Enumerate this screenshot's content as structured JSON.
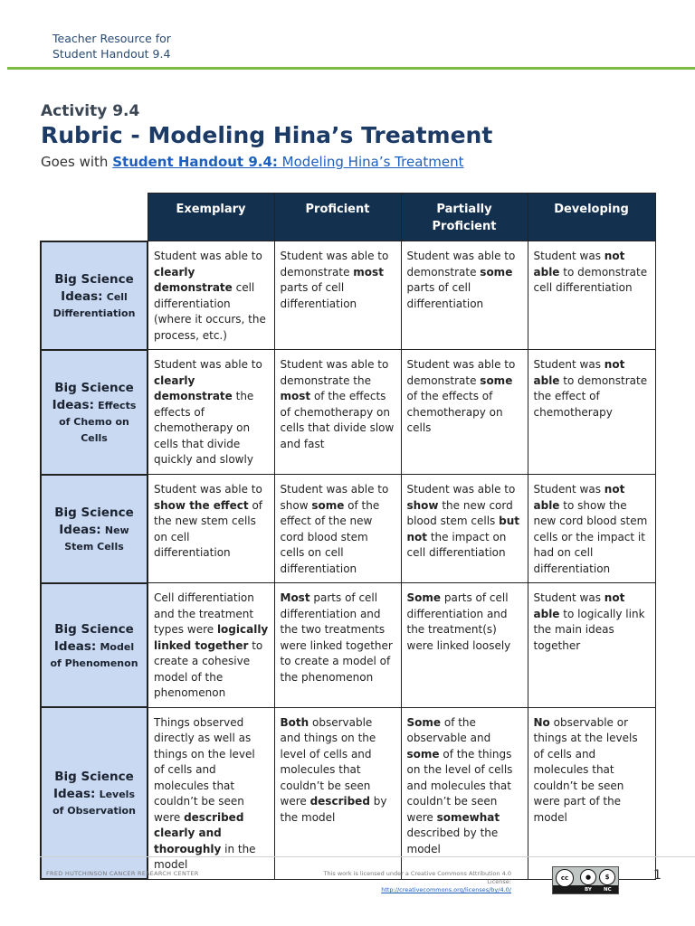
{
  "header": {
    "line1": "Teacher Resource for",
    "line2": "Student Handout 9.4"
  },
  "activity_label": "Activity 9.4",
  "title": "Rubric - Modeling Hina’s Treatment",
  "goes_with": {
    "prefix": "Goes with ",
    "link_bold": "Student Handout 9.4:",
    "link_text": " Modeling Hina’s Treatment "
  },
  "table": {
    "columns": [
      "Exemplary",
      "Proficient",
      "Partially Proficient",
      "Developing"
    ],
    "rows": [
      {
        "head_big": "Big Science Ideas:",
        "head_sub": "Cell Differentiation",
        "cells": [
          [
            "Student was able to ",
            "**clearly demonstrate**",
            " cell differentiation (where it occurs, the process, etc.)"
          ],
          [
            "Student was able to demonstrate ",
            "**most**",
            " parts of cell differentiation"
          ],
          [
            "Student was able to demonstrate ",
            "**some**",
            " parts of cell differentiation"
          ],
          [
            "Student was ",
            "**not able**",
            " to demonstrate cell differentiation"
          ]
        ]
      },
      {
        "head_big": "Big Science Ideas:",
        "head_sub": "Effects of Chemo on Cells",
        "cells": [
          [
            "Student was able to ",
            "**clearly demonstrate**",
            " the effects of chemotherapy on cells that divide quickly and slowly"
          ],
          [
            "Student was able to demonstrate the ",
            "**most**",
            " of the effects of chemotherapy on cells that divide slow and fast"
          ],
          [
            "Student was able to demonstrate ",
            "**some**",
            " of the effects of chemotherapy on cells"
          ],
          [
            "Student was ",
            "**not able**",
            " to demonstrate the effect of chemotherapy"
          ]
        ]
      },
      {
        "head_big": "Big Science Ideas:",
        "head_sub": "New Stem Cells",
        "cells": [
          [
            "Student was able to ",
            "**show the effect**",
            " of the new stem cells on cell differentiation"
          ],
          [
            "Student was able to show ",
            "**some**",
            " of the effect of the new cord blood stem cells on cell differentiation"
          ],
          [
            "Student was able to ",
            "**show**",
            " the new cord blood stem cells ",
            "**but not**",
            " the impact on cell differentiation"
          ],
          [
            "Student was ",
            "**not able**",
            " to show the new cord blood stem cells or the impact it had on cell differentiation"
          ]
        ]
      },
      {
        "head_big": "Big Science Ideas:",
        "head_sub": "Model of Phenomenon",
        "cells": [
          [
            "Cell differentiation and the treatment types were ",
            "**logically linked together**",
            " to create a cohesive model of the phenomenon"
          ],
          [
            "**Most**",
            " parts of cell differentiation and the two treatments were linked together to create a model of the phenomenon"
          ],
          [
            "**Some**",
            " parts of cell differentiation and the treatment(s) were linked loosely"
          ],
          [
            "Student was ",
            "**not able**",
            " to logically link the main ideas together"
          ]
        ]
      },
      {
        "head_big": "Big Science Ideas:",
        "head_sub": "Levels of Observation",
        "cells": [
          [
            "Things observed directly as well as things on the level of cells and molecules that couldn’t be seen were ",
            "**described clearly and thoroughly**",
            " in the model"
          ],
          [
            "**Both**",
            " observable and things on the level of cells and molecules that couldn’t be seen were ",
            "**described**",
            " by the model"
          ],
          [
            "**Some**",
            " of the observable and ",
            "**some**",
            " of the things on the level of cells and molecules that couldn’t be seen were ",
            "**somewhat**",
            " described by the model"
          ],
          [
            "**No**",
            " observable or things at the levels of cells and molecules that couldn’t be seen were part of the model"
          ]
        ]
      }
    ]
  },
  "footer": {
    "org": "FRED HUTCHINSON CANCER RESEARCH CENTER",
    "license_line1": "This work is licensed under a Creative Commons Attribution 4.0 License:",
    "license_url": "http://creativecommons.org/licenses/by/4.0/",
    "cc_badge": {
      "by_label": "BY",
      "nc_label": "NC"
    },
    "page_number": "1"
  }
}
